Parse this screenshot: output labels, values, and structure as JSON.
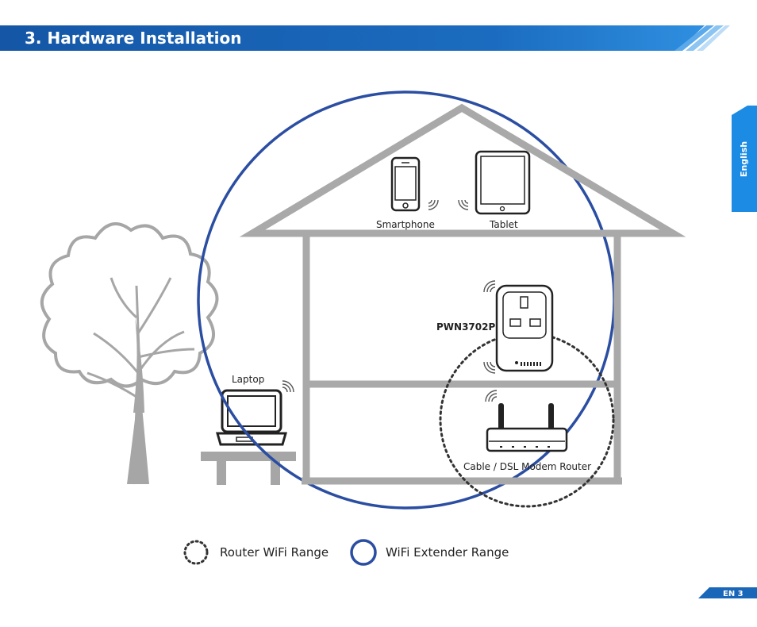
{
  "header": {
    "title": "3. Hardware Installation"
  },
  "side_tab": {
    "label": "English"
  },
  "diagram": {
    "devices": {
      "smartphone": "Smartphone",
      "tablet": "Tablet",
      "extender": "PWN3702P",
      "laptop": "Laptop",
      "router": "Cable / DSL Modem Router"
    }
  },
  "legend": {
    "router_range": "Router WiFi Range",
    "extender_range": "WiFi Extender Range"
  },
  "footer": {
    "page_label": "EN 3"
  },
  "colors": {
    "brand_blue": "#1a66b8",
    "extender_circle": "#2b4ea2",
    "line_gray": "#a9a9a9",
    "tree_gray": "#a6a6a6"
  }
}
